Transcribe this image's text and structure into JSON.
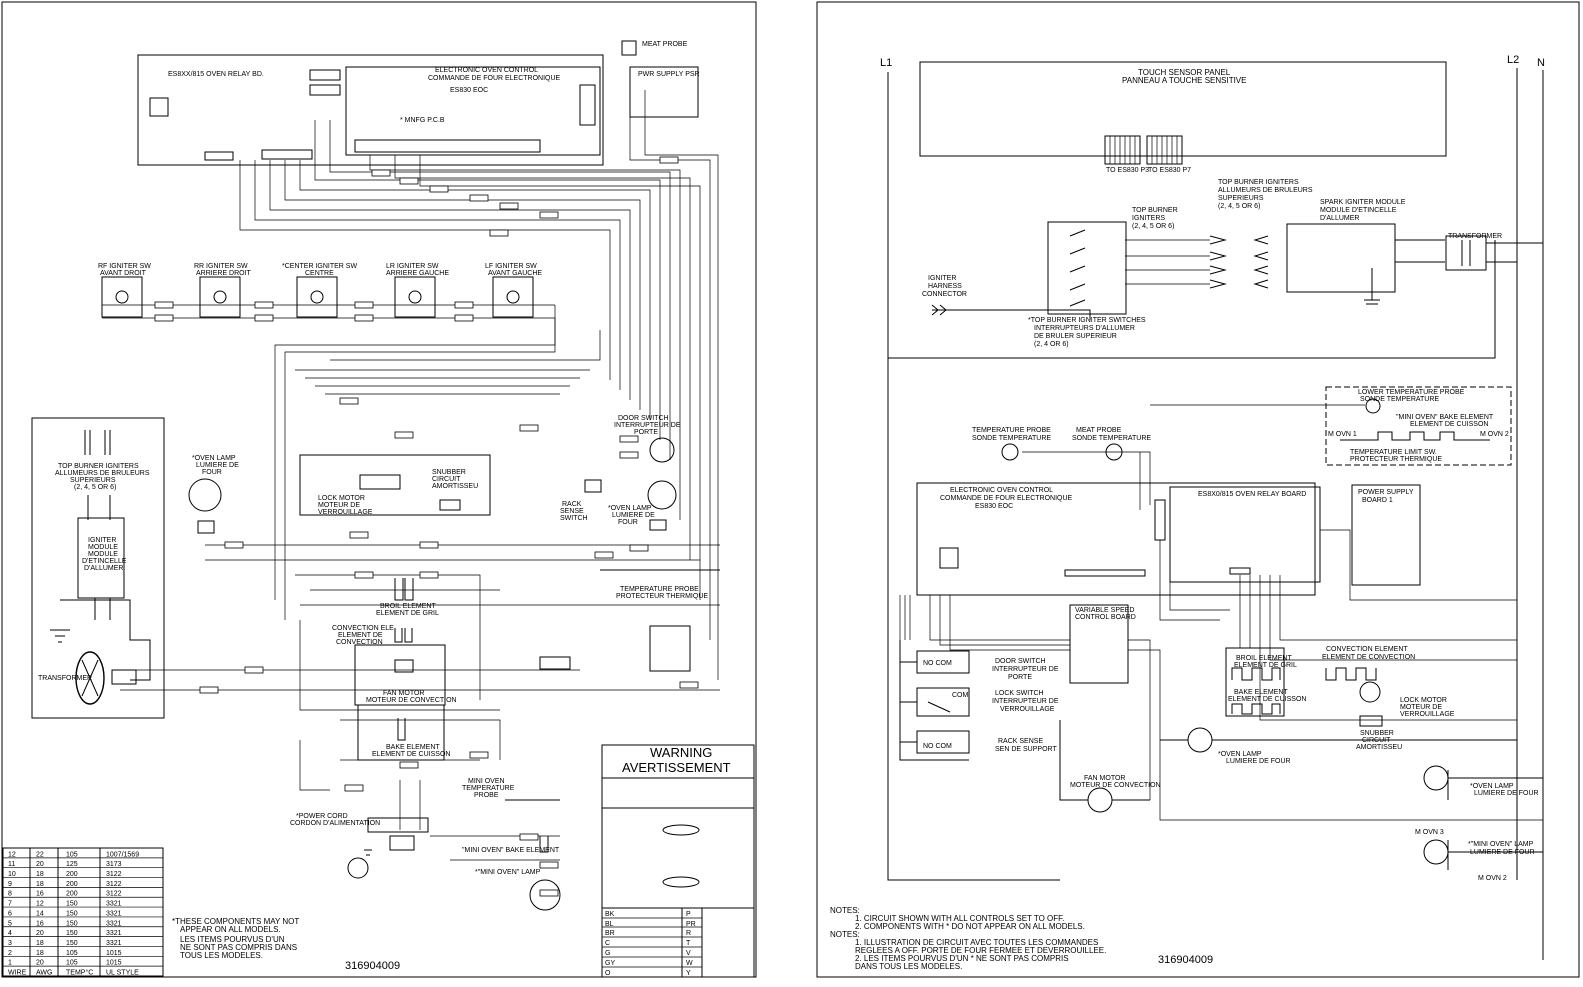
{
  "left_sheet": {
    "relay_board_label": "ES8XX/815 OVEN RELAY BD.",
    "eoc_label_1": "ELECTRONIC OVEN CONTROL",
    "eoc_label_2": "COMMANDE DE FOUR ELECTRONIQUE",
    "eoc_model": "ES830 EOC",
    "meat_probe": "MEAT PROBE",
    "pwr_supply": "PWR SUPPLY PSR",
    "igniter_switches": [
      {
        "en": "RF IGNITER SW",
        "fr": "AVANT DROIT"
      },
      {
        "en": "RR IGNITER SW",
        "fr": "ARRIERE DROIT"
      },
      {
        "en": "CENTER IGNITER SW",
        "fr": "CENTRE"
      },
      {
        "en": "LR IGNITER SW",
        "fr": "ARRIERE GAUCHE"
      },
      {
        "en": "LF IGNITER SW",
        "fr": "AVANT GAUCHE"
      }
    ],
    "top_burner_igniters": [
      "TOP BURNER IGNITERS",
      "ALLUMEURS DE BRULEURS",
      "SUPERIEURS",
      "(2, 4, 5 OR 6)"
    ],
    "igniter_module": [
      "IGNITER",
      "MODULE",
      "MODULE",
      "D'ETINCELLE",
      "D'ALLUMER"
    ],
    "transformer": "TRANSFORMER",
    "oven_lamp_left": [
      "OVEN LAMP",
      "LUMIERE DE",
      "FOUR"
    ],
    "lock_motor": [
      "LOCK MOTOR",
      "MOTEUR DE",
      "VERROUILLAGE"
    ],
    "snubber": [
      "SNUBBER",
      "CIRCUIT",
      "AMORTISSEU"
    ],
    "door_switch": [
      "DOOR SWITCH",
      "INTERRUPTEUR DE",
      "PORTE"
    ],
    "rack_sense": [
      "RACK",
      "SENSE",
      "SWITCH"
    ],
    "oven_lamp_right": [
      "OVEN LAMP",
      "LUMIERE DE",
      "FOUR"
    ],
    "temp_probe": [
      "TEMPERATURE PROBE",
      "PROTECTEUR THERMIQUE"
    ],
    "broil_element": [
      "BROIL ELEMENT",
      "ELEMENT DE GRIL"
    ],
    "convection_element": [
      "CONVECTION ELE.",
      "ELEMENT DE",
      "CONVECTION"
    ],
    "fan_motor": [
      "FAN MOTOR",
      "MOTEUR DE CONVECTION"
    ],
    "bake_element": [
      "BAKE ELEMENT",
      "ELEMENT DE CUISSON"
    ],
    "power_cord": [
      "POWER CORD",
      "CORDON D'ALIMENTATION"
    ],
    "mini_oven_probe": [
      "MINI OVEN",
      "TEMPERATURE",
      "PROBE"
    ],
    "mini_oven_bake": "\"MINI OVEN\" BAKE ELEMENT",
    "mini_oven_lamp": "\"MINI OVEN\" LAMP",
    "warning_en": "WARNING",
    "warning_fr": "AVERTISSEMENT",
    "components_note": [
      "THESE COMPONENTS MAY NOT",
      "APPEAR ON ALL MODELS.",
      "LES ITEMS POURVUS D'UN",
      "NE SONT PAS COMPRIS DANS",
      "TOUS LES MODELES."
    ],
    "part_number": "316904009",
    "wire_table": {
      "headers": [
        "WIRE",
        "AWG",
        "TEMP°C",
        "UL STYLE"
      ],
      "rows": [
        [
          "12",
          "22",
          "105",
          "1007/1569"
        ],
        [
          "11",
          "20",
          "125",
          "3173"
        ],
        [
          "10",
          "18",
          "200",
          "3122"
        ],
        [
          "9",
          "18",
          "200",
          "3122"
        ],
        [
          "8",
          "16",
          "200",
          "3122"
        ],
        [
          "7",
          "12",
          "150",
          "3321"
        ],
        [
          "6",
          "14",
          "150",
          "3321"
        ],
        [
          "5",
          "16",
          "150",
          "3321"
        ],
        [
          "4",
          "20",
          "150",
          "3321"
        ],
        [
          "3",
          "18",
          "150",
          "3321"
        ],
        [
          "2",
          "18",
          "105",
          "1015"
        ],
        [
          "1",
          "20",
          "105",
          "1015"
        ]
      ]
    },
    "color_table": [
      [
        "BK",
        "P"
      ],
      [
        "BL",
        "PR"
      ],
      [
        "BR",
        "R"
      ],
      [
        "C",
        "T"
      ],
      [
        "G",
        "V"
      ],
      [
        "GY",
        "W"
      ],
      [
        "O",
        "Y"
      ]
    ]
  },
  "right_sheet": {
    "l1": "L1",
    "l2": "L2",
    "n": "N",
    "touch_panel_1": "TOUCH SENSOR PANEL",
    "touch_panel_2": "PANNEAU A TOUCHE SENSITIVE",
    "to_es830_p3": "TO ES830 P3",
    "to_es830_p7": "TO ES830 P7",
    "top_burner_igniters": [
      "TOP BURNER IGNITERS",
      "ALLUMEURS DE BRULEURS",
      "SUPERIEURS",
      "(2, 4, 5 OR 6)"
    ],
    "top_burner_igniters_short": [
      "TOP BURNER",
      "IGNITERS",
      "(2, 4, 5 OR 6)"
    ],
    "spark_module": [
      "SPARK IGNITER MODULE",
      "MODULE D'ETINCELLE",
      "D'ALLUMER"
    ],
    "transformer": "TRANSFORMER",
    "igniter_harness": [
      "IGNITER",
      "HARNESS",
      "CONNECTOR"
    ],
    "igniter_switches": [
      "TOP BURNER IGNITER SWITCHES",
      "INTERRUPTEURS D'ALLUMER",
      "DE BRULER SUPERIEUR",
      "(2, 4 OR 6)"
    ],
    "lower_temp_probe": [
      "LOWER TEMPERATURE PROBE",
      "SONDE TEMPERATURE"
    ],
    "mini_oven_bake": [
      "\"MINI OVEN\" BAKE ELEMENT",
      "ELEMENT DE CUISSON"
    ],
    "temp_limit": [
      "TEMPERATURE LIMIT SW.",
      "PROTECTEUR THERMIQUE"
    ],
    "m_ovn_1": "M OVN 1",
    "m_ovn_2": "M OVN 2",
    "m_ovn_3": "M OVN 3",
    "temp_probe": [
      "TEMPERATURE PROBE",
      "SONDE TEMPERATURE"
    ],
    "meat_probe": [
      "MEAT PROBE",
      "SONDE TEMPERATURE"
    ],
    "eoc": [
      "ELECTRONIC OVEN CONTROL",
      "COMMANDE DE FOUR ELECTRONIQUE",
      "ES830 EOC"
    ],
    "relay_board": "ES8X0/815 OVEN RELAY BOARD",
    "power_supply": [
      "POWER SUPPLY",
      "BOARD 1"
    ],
    "vsc_board": [
      "VARIABLE SPEED",
      "CONTROL BOARD"
    ],
    "door_switch": [
      "DOOR SWITCH",
      "INTERRUPTEUR DE",
      "PORTE"
    ],
    "lock_switch": [
      "LOCK SWITCH",
      "INTERRUPTEUR DE",
      "VERROUILLAGE"
    ],
    "rack_sense": [
      "RACK SENSE",
      "SEN DE SUPPORT"
    ],
    "broil_element": [
      "BROIL ELEMENT",
      "ELEMENT DE GRIL"
    ],
    "bake_element": [
      "BAKE ELEMENT",
      "ELEMENT DE CUISSON"
    ],
    "convection_element": [
      "CONVECTION ELEMENT",
      "ELEMENT DE CONVECTION"
    ],
    "lock_motor": [
      "LOCK MOTOR",
      "MOTEUR DE",
      "VERROUILLAGE"
    ],
    "snubber": [
      "SNUBBER",
      "CIRCUIT",
      "AMORTISSEU"
    ],
    "oven_lamp": [
      "OVEN LAMP",
      "LUMIERE DE FOUR"
    ],
    "fan_motor": [
      "FAN MOTOR",
      "MOTEUR DE CONVECTION"
    ],
    "oven_lamp_2": [
      "OVEN LAMP",
      "LUMIERE DE FOUR"
    ],
    "mini_oven_lamp": [
      "\"MINI OVEN\" LAMP",
      "LUMIERE DE FOUR"
    ],
    "notes_en": [
      "NOTES:",
      "1.  CIRCUIT SHOWN WITH ALL CONTROLS SET TO OFF.",
      "2.  COMPONENTS WITH * DO NOT APPEAR ON ALL MODELS."
    ],
    "notes_fr": [
      "NOTES:",
      "1.  ILLUSTRATION DE CIRCUIT AVEC TOUTES LES COMMANDES",
      "     REGLEES A OFF.  PORTE DE FOUR FERMEE ET DEVERROUILLEE.",
      "2.  LES ITEMS POURVUS D'UN * NE SONT PAS COMPRIS",
      "     DANS TOUS LES MODELES."
    ],
    "part_number": "316904009"
  }
}
